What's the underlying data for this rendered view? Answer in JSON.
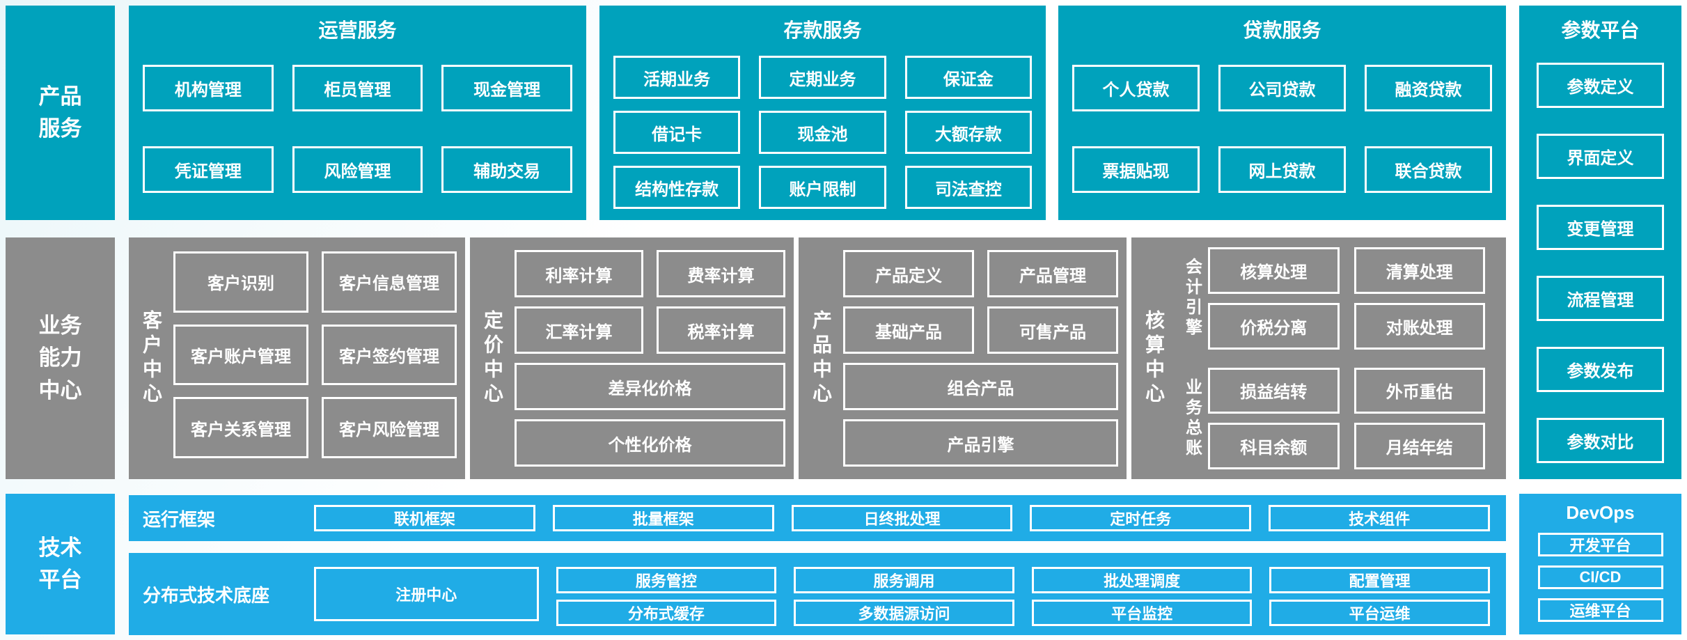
{
  "colors": {
    "teal": "#00a2bc",
    "gray": "#8c8c8c",
    "blue": "#20ace6",
    "box_border": "#ffffff",
    "text": "#ffffff"
  },
  "top": {
    "side_label": "产品\n服务",
    "sections": [
      {
        "title": "运营服务",
        "boxes": [
          "机构管理",
          "柜员管理",
          "现金管理",
          "凭证管理",
          "风险管理",
          "辅助交易"
        ]
      },
      {
        "title": "存款服务",
        "boxes": [
          "活期业务",
          "定期业务",
          "保证金",
          "借记卡",
          "现金池",
          "大额存款",
          "结构性存款",
          "账户限制",
          "司法查控"
        ]
      },
      {
        "title": "贷款服务",
        "boxes": [
          "个人贷款",
          "公司贷款",
          "融资贷款",
          "票据贴现",
          "网上贷款",
          "联合贷款"
        ]
      }
    ]
  },
  "middle": {
    "side_label": "业务\n能力\n中心",
    "customer": {
      "label": "客户中心",
      "boxes": [
        "客户识别",
        "客户信息管理",
        "客户账户管理",
        "客户签约管理",
        "客户关系管理",
        "客户风险管理"
      ]
    },
    "pricing": {
      "label": "定价中心",
      "boxes": [
        "利率计算",
        "费率计算",
        "汇率计算",
        "税率计算"
      ],
      "wide_boxes": [
        "差异化价格",
        "个性化价格"
      ]
    },
    "product": {
      "label": "产品中心",
      "boxes": [
        "产品定义",
        "产品管理",
        "基础产品",
        "可售产品"
      ],
      "wide_boxes": [
        "组合产品",
        "产品引擎"
      ]
    },
    "accounting": {
      "label": "核算中心",
      "groups": [
        {
          "label": "会计引擎",
          "boxes": [
            "核算处理",
            "清算处理",
            "价税分离",
            "对账处理"
          ]
        },
        {
          "label": "业务总账",
          "boxes": [
            "损益结转",
            "外币重估",
            "科目余额",
            "月结年结"
          ]
        }
      ]
    }
  },
  "bottom": {
    "side_label": "技术\n平台",
    "runtime": {
      "label": "运行框架",
      "boxes": [
        "联机框架",
        "批量框架",
        "日终批处理",
        "定时任务",
        "技术组件"
      ]
    },
    "distributed": {
      "label": "分布式技术底座",
      "tall_box": "注册中心",
      "columns": [
        [
          "服务管控",
          "分布式缓存"
        ],
        [
          "服务调用",
          "多数据源访问"
        ],
        [
          "批处理调度",
          "平台监控"
        ],
        [
          "配置管理",
          "平台运维"
        ]
      ]
    }
  },
  "param_platform": {
    "title": "参数平台",
    "boxes": [
      "参数定义",
      "界面定义",
      "变更管理",
      "流程管理",
      "参数发布",
      "参数对比"
    ]
  },
  "devops": {
    "title": "DevOps",
    "boxes": [
      "开发平台",
      "CI/CD",
      "运维平台"
    ]
  }
}
